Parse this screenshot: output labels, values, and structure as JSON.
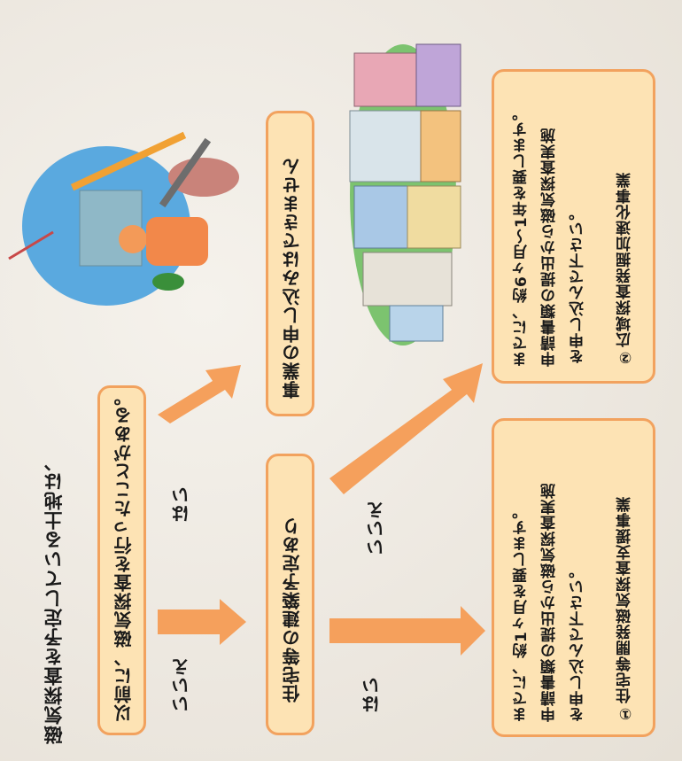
{
  "heading": "磁気探査を予定している土地は、",
  "q1": {
    "text": "以前に、磁気探査を行ったことがある。"
  },
  "q2": {
    "text": "住宅等の建築予定あり"
  },
  "result_no_apply": {
    "text": "事業の申し込みはできません"
  },
  "labels": {
    "q1_yes": "はい",
    "q1_no": "いいえ",
    "q2_yes": "はい",
    "q2_no": "いいえ"
  },
  "program1": {
    "title": "①住宅等開発磁気探査支援事業",
    "line1": "を申し込んで下さい。",
    "line2": "申請書類の提出から磁気探査実施",
    "line3": "までに、約1ヶ月を要します。"
  },
  "program2": {
    "title": "②広域探査発掘加速化事業",
    "line1": "を申し込んで下さい。",
    "line2": "申請書類の提出から磁気探査実施",
    "line3": "までに、約6ヶ月〜1年を要します。"
  },
  "colors": {
    "box_fill": "#fde3b4",
    "box_border": "#f2a25e",
    "arrow": "#f5a05c"
  }
}
